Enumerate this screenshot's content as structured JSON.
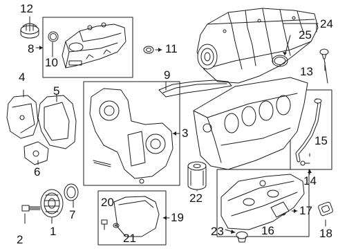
{
  "diagram": {
    "colors": {
      "stroke": "#1a1a1a",
      "fill": "#ffffff",
      "shade": "#d8d8d8",
      "text": "#111111"
    },
    "callouts": [
      {
        "id": "c1",
        "text": "1"
      },
      {
        "id": "c2",
        "text": "2"
      },
      {
        "id": "c3",
        "text": "3"
      },
      {
        "id": "c4",
        "text": "4"
      },
      {
        "id": "c5",
        "text": "5"
      },
      {
        "id": "c6",
        "text": "6"
      },
      {
        "id": "c7",
        "text": "7"
      },
      {
        "id": "c8",
        "text": "8"
      },
      {
        "id": "c9",
        "text": "9"
      },
      {
        "id": "c10",
        "text": "10"
      },
      {
        "id": "c11",
        "text": "11"
      },
      {
        "id": "c12",
        "text": "12"
      },
      {
        "id": "c13",
        "text": "13"
      },
      {
        "id": "c14",
        "text": "14"
      },
      {
        "id": "c15",
        "text": "15"
      },
      {
        "id": "c16",
        "text": "16"
      },
      {
        "id": "c17",
        "text": "17"
      },
      {
        "id": "c18",
        "text": "18"
      },
      {
        "id": "c19",
        "text": "19"
      },
      {
        "id": "c20",
        "text": "20"
      },
      {
        "id": "c21",
        "text": "21"
      },
      {
        "id": "c22",
        "text": "22"
      },
      {
        "id": "c23",
        "text": "23"
      },
      {
        "id": "c24",
        "text": "24"
      },
      {
        "id": "c25",
        "text": "25"
      }
    ]
  }
}
